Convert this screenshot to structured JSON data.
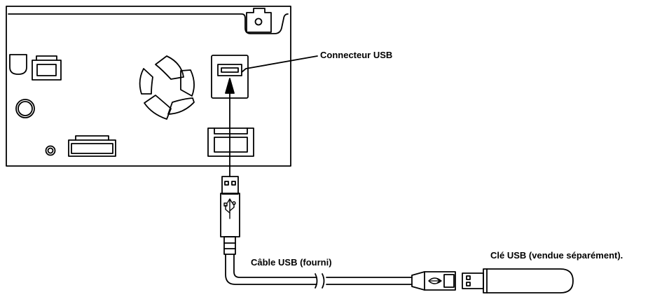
{
  "labels": {
    "usb_connector": "Connecteur USB",
    "usb_cable": "Câble USB (fourni)",
    "usb_key": "Clé USB (vendue séparément)."
  },
  "colors": {
    "line": "#000000",
    "background": "#ffffff"
  },
  "icons": [
    "usb-symbol-icon",
    "fan-icon"
  ]
}
